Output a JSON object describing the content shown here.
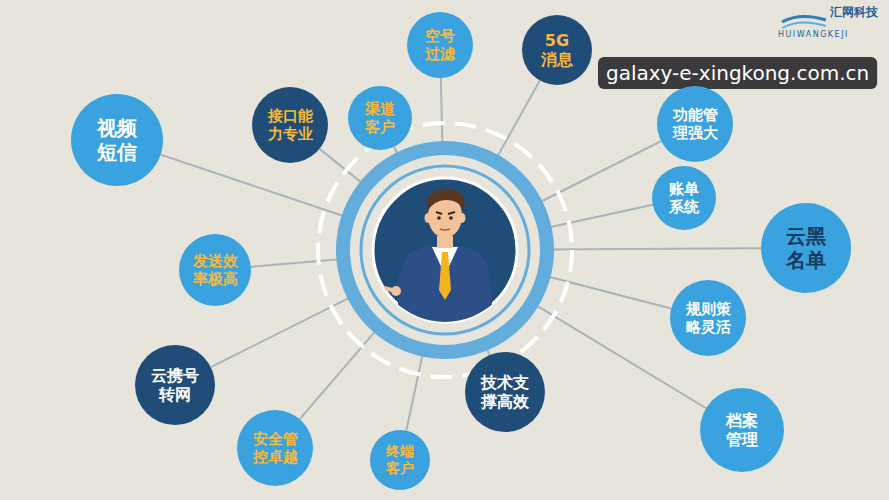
{
  "diagram": {
    "nodes": [
      {
        "text": [
          "空号 过滤"
        ]
      },
      {
        "text": [
          "5G 消息"
        ]
      },
      {
        "text": [
          "视频 短信"
        ]
      },
      {
        "text": [
          "接口能 力专业"
        ]
      },
      {
        "text": [
          "渠道 客户"
        ]
      },
      {
        "text": [
          "功能管 理强大"
        ]
      },
      {
        "text": [
          "账单 系统"
        ]
      },
      {
        "text": [
          "云黑 名单"
        ]
      },
      {
        "text": [
          "发送效 率极高"
        ]
      },
      {
        "text": [
          "规则策 略灵活"
        ]
      },
      {
        "text": [
          "云携号 转网"
        ]
      },
      {
        "text": [
          "技术支 撑高效"
        ]
      },
      {
        "text": [
          "档案 管理"
        ]
      },
      {
        "text": [
          "安全管 控卓越"
        ]
      },
      {
        "text": [
          "终端 客户"
        ]
      }
    ],
    "labels": [
      "汇网科技",
      "HUIWANGKEJI",
      "galaxy-e-xingkong.com.cn"
    ]
  }
}
